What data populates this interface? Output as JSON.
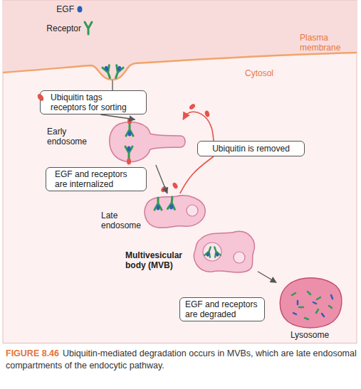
{
  "diagram": {
    "caption": "Ubiquitin-mediated degradation occurs in MVBs, which are late endosomal compartments of the endocytic pathway.",
    "nodes": [
      {
        "text": [
          "Ubiquitin tags receptors for sorting"
        ]
      },
      {
        "text": [
          "Early endosome"
        ]
      },
      {
        "text": [
          "Ubiquitin is removed"
        ]
      },
      {
        "text": [
          "EGF and receptors are internalized"
        ]
      },
      {
        "text": [
          "Late endosome"
        ]
      },
      {
        "text": [
          "Multivesicular body (MVB)"
        ]
      },
      {
        "text": [
          "EGF and receptors are degraded"
        ]
      },
      {
        "text": [
          "Lysosome"
        ]
      }
    ],
    "edges": [
      {
        "from": 0,
        "to": 1,
        "arrow": "to"
      },
      {
        "from": 1,
        "to": 4,
        "arrow": "to"
      },
      {
        "from": 4,
        "to": 2,
        "arrow": "none"
      },
      {
        "from": 2,
        "to": 1,
        "arrow": "to"
      },
      {
        "from": 5,
        "to": 7,
        "arrow": "to"
      }
    ],
    "labels": [
      "Plasma membrane",
      "Cytosol",
      "FIGURE 8.46"
    ],
    "legend": [
      {
        "text": "EGF"
      },
      {
        "text": "Receptor"
      }
    ]
  }
}
